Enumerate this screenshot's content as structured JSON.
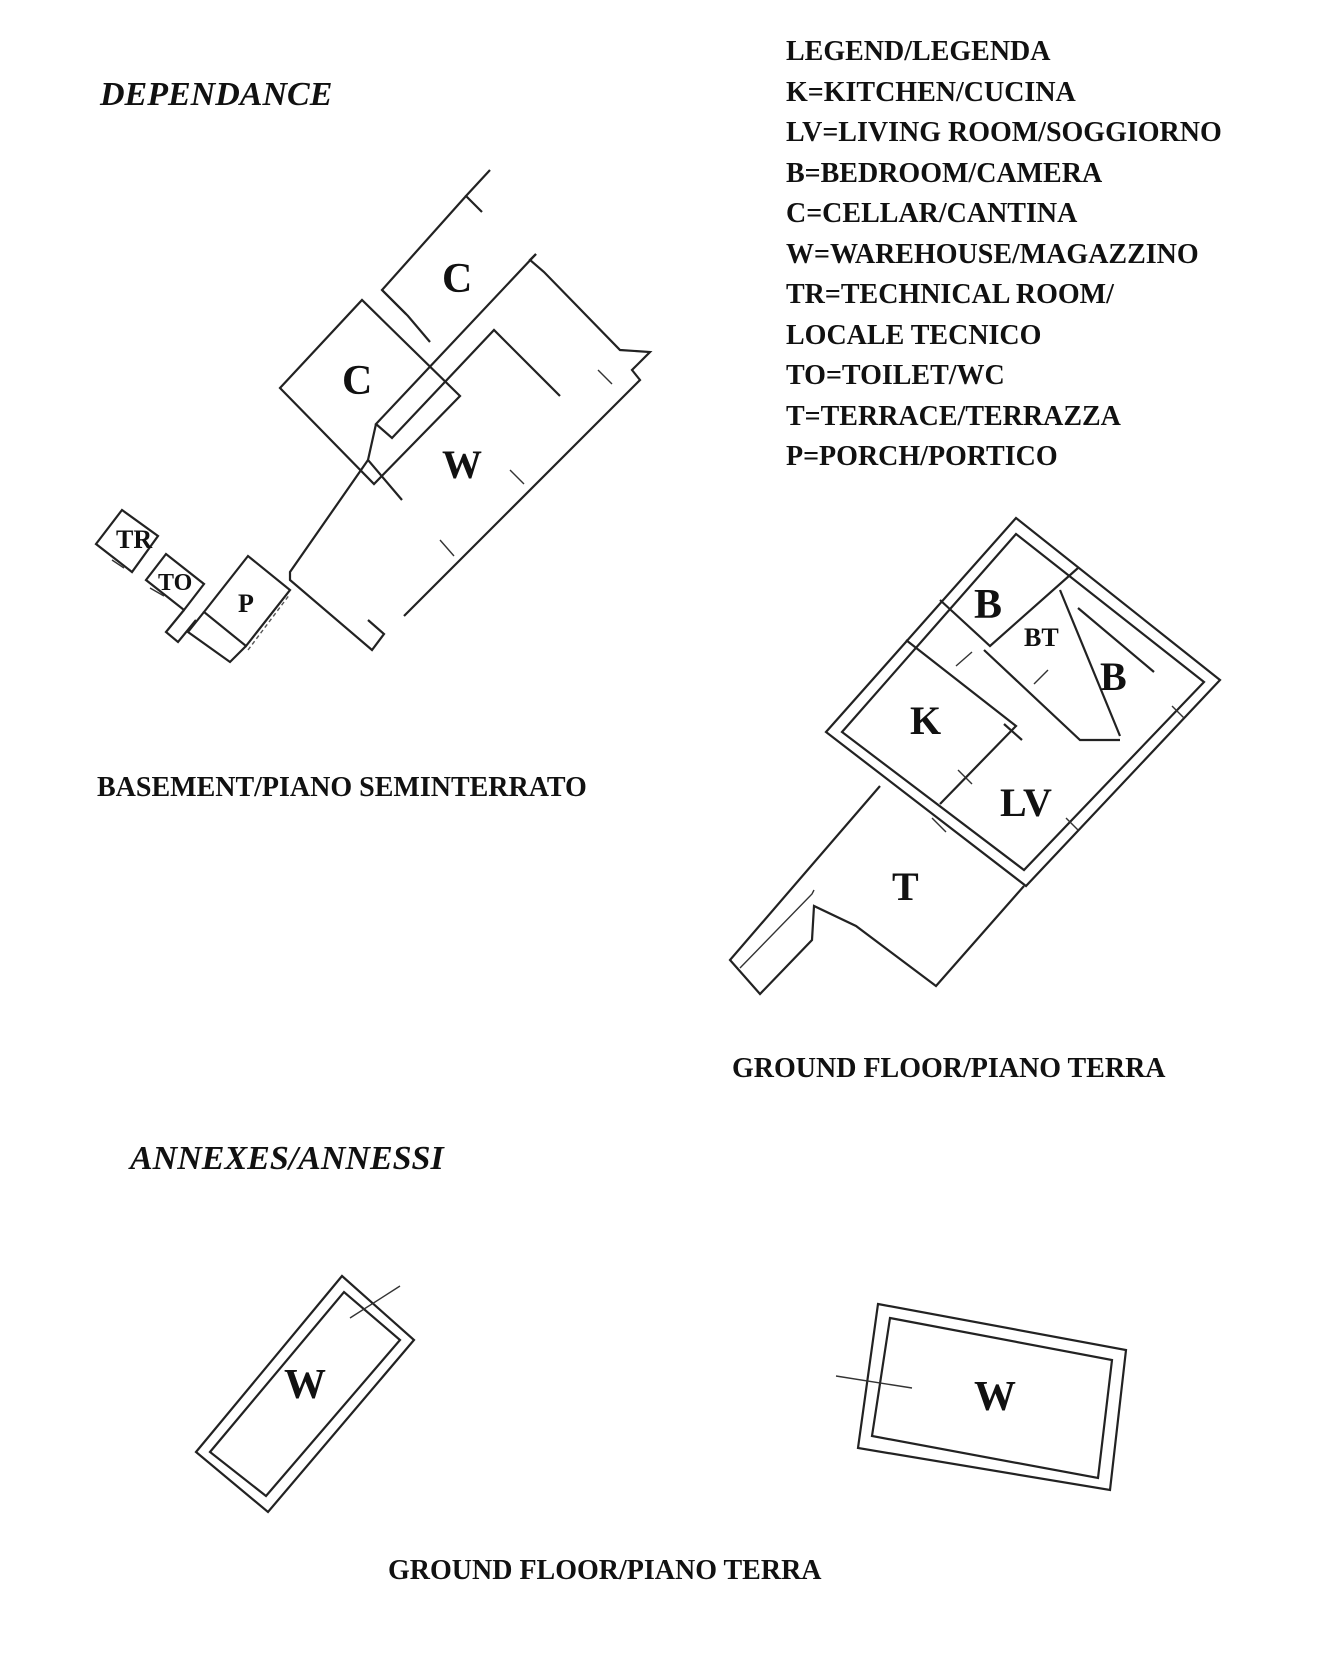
{
  "dependance": {
    "title": "DEPENDANCE",
    "basement": {
      "caption": "BASEMENT/PIANO SEMINTERRATO",
      "rooms": [
        "C",
        "C",
        "W",
        "TR",
        "TO",
        "P"
      ]
    },
    "ground_floor": {
      "caption": "GROUND FLOOR/PIANO TERRA",
      "rooms": [
        "B",
        "BT",
        "B",
        "K",
        "LV",
        "T"
      ]
    }
  },
  "legend": {
    "title": "LEGEND/LEGENDA",
    "items": [
      "K=KITCHEN/CUCINA",
      "LV=LIVING ROOM/SOGGIORNO",
      "B=BEDROOM/CAMERA",
      "C=CELLAR/CANTINA",
      "W=WAREHOUSE/MAGAZZINO",
      "TR=TECHNICAL ROOM/",
      "LOCALE TECNICO",
      "TO=TOILET/WC",
      "T=TERRACE/TERRAZZA",
      "P=PORCH/PORTICO"
    ]
  },
  "annexes": {
    "title": "ANNEXES/ANNESSI",
    "caption": "GROUND FLOOR/PIANO TERRA",
    "rooms": [
      "W",
      "W"
    ]
  }
}
